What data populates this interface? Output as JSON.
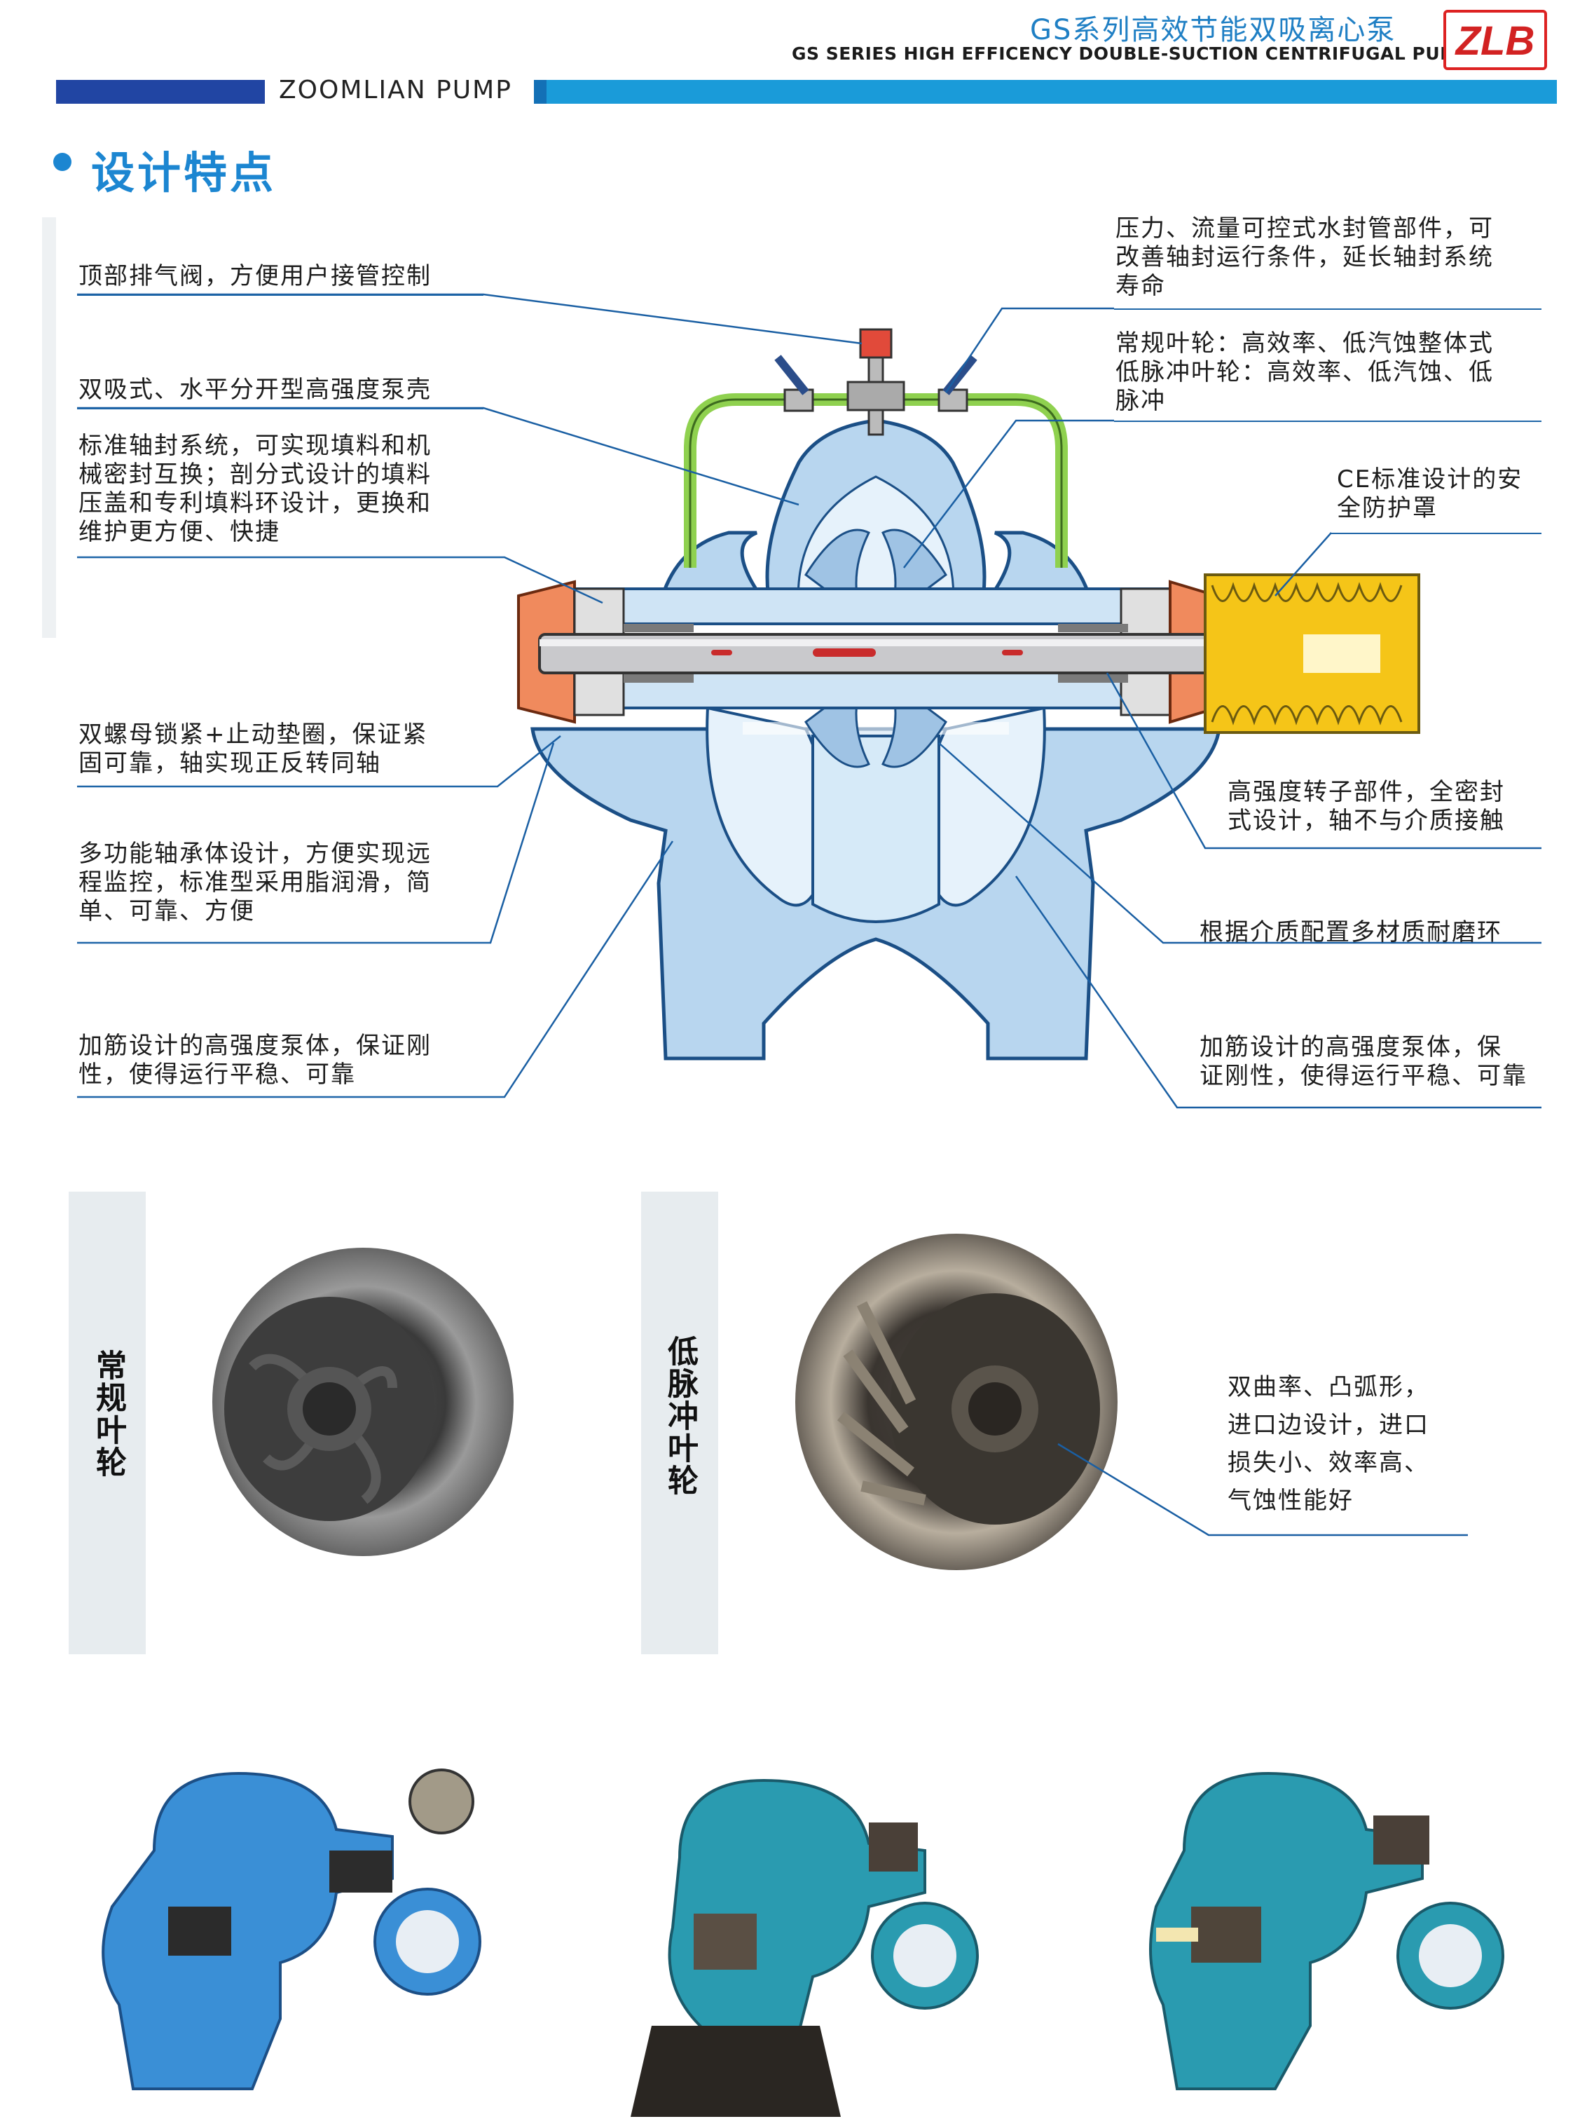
{
  "header": {
    "title_cn": "GS系列高效节能双吸离心泵",
    "title_en": "GS SERIES HIGH EFFICENCY DOUBLE-SUCTION CENTRIFUGAL PUMP",
    "logo_text": "ZLB",
    "brand": "ZOOMLIAN PUMP"
  },
  "section": {
    "title": "设计特点"
  },
  "callouts_left": [
    {
      "lines": [
        "顶部排气阀，方便用户接管控制"
      ]
    },
    {
      "lines": [
        "双吸式、水平分开型高强度泵壳"
      ]
    },
    {
      "lines": [
        "标准轴封系统，可实现填料和机",
        "械密封互换；剖分式设计的填料",
        "压盖和专利填料环设计，更换和",
        "维护更方便、快捷"
      ]
    },
    {
      "lines": [
        "双螺母锁紧+止动垫圈，保证紧",
        "固可靠，轴实现正反转同轴"
      ]
    },
    {
      "lines": [
        "多功能轴承体设计，方便实现远",
        "程监控，标准型采用脂润滑，简",
        "单、可靠、方便"
      ]
    },
    {
      "lines": [
        "加筋设计的高强度泵体，保证刚",
        "性，使得运行平稳、可靠"
      ]
    }
  ],
  "callouts_right": [
    {
      "lines": [
        "压力、流量可控式水封管部件，可",
        "改善轴封运行条件，延长轴封系统",
        "寿命"
      ]
    },
    {
      "lines": [
        "常规叶轮：高效率、低汽蚀整体式",
        "低脉冲叶轮：高效率、低汽蚀、低",
        "脉冲"
      ]
    },
    {
      "lines": [
        "CE标准设计的安",
        "全防护罩"
      ]
    },
    {
      "lines": [
        "高强度转子部件，全密封",
        "式设计，轴不与介质接触"
      ]
    },
    {
      "lines": [
        "根据介质配置多材质耐磨环"
      ]
    },
    {
      "lines": [
        "加筋设计的高强度泵体，保",
        "证刚性，使得运行平稳、可靠"
      ]
    }
  ],
  "impellers": {
    "standard_label": "常规叶轮",
    "low_pulse_label": "低脉冲叶轮",
    "feature_lines": [
      "双曲率、凸弧形，",
      "进口边设计，进口",
      "损失小、效率高、",
      "气蚀性能好"
    ]
  },
  "colors": {
    "accent_blue": "#1c86d1",
    "brand_dark": "#2145a3",
    "brand_light": "#1a9bd9",
    "pump_blue": "#3a8fd6",
    "pump_teal": "#2a9bb0",
    "logo_red": "#d22222"
  }
}
